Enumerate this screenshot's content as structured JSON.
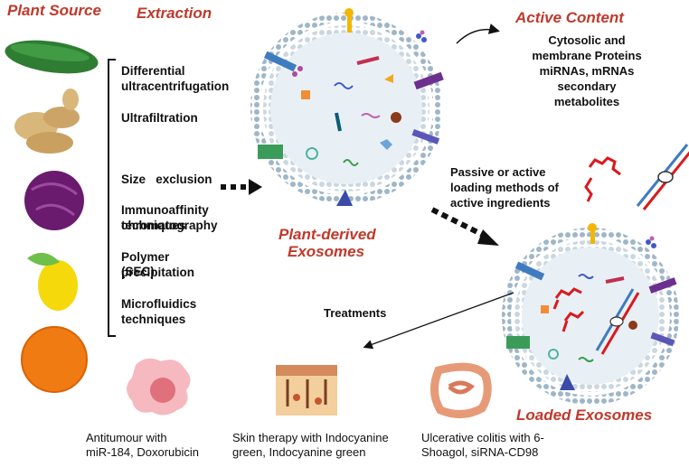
{
  "headers": {
    "plant_source": "Plant Source",
    "extraction": "Extraction",
    "active_content": "Active Content",
    "plant_exosomes_line1": "Plant-derived",
    "plant_exosomes_line2": "Exosomes",
    "loaded_exosomes": "Loaded Exosomes"
  },
  "active_content_text": [
    "Cytosolic and",
    "membrane Proteins",
    "miRNAs, mRNAs",
    "secondary",
    "metabolites"
  ],
  "extraction_methods": [
    {
      "line1": "Differential",
      "line2": "ultracentrifugation"
    },
    {
      "line1": "Ultrafiltration",
      "line2": ""
    },
    {
      "line1": "Size   exclusion",
      "line2": "chromatography",
      "line3": "(SEC)"
    },
    {
      "line1": "Immunoaffinity",
      "line2": "techniques"
    },
    {
      "line1": "Polymer",
      "line2": "precipitation"
    },
    {
      "line1": "Microfluidics",
      "line2": "techniques"
    }
  ],
  "loading_text": [
    "Passive or active",
    "loading methods of",
    "active ingredients"
  ],
  "treatments_label": "Treatments",
  "treatments": [
    {
      "line1": "Antitumour with",
      "line2": "miR-184, Doxorubicin"
    },
    {
      "line1": "Skin therapy with Indocyanine",
      "line2": "green, Indocyanine green"
    },
    {
      "line1": "Ulcerative colitis with 6-",
      "line2": "Shoagol, siRNA-CD98"
    }
  ],
  "plant_icons": [
    "cucumber-icon",
    "ginger-icon",
    "red-cabbage-icon",
    "lemon-icon",
    "orange-icon"
  ],
  "colors": {
    "accent_red": "#c0392b",
    "membrane_outer": "#b9cbd8",
    "membrane_inner": "#e9f0f5"
  }
}
